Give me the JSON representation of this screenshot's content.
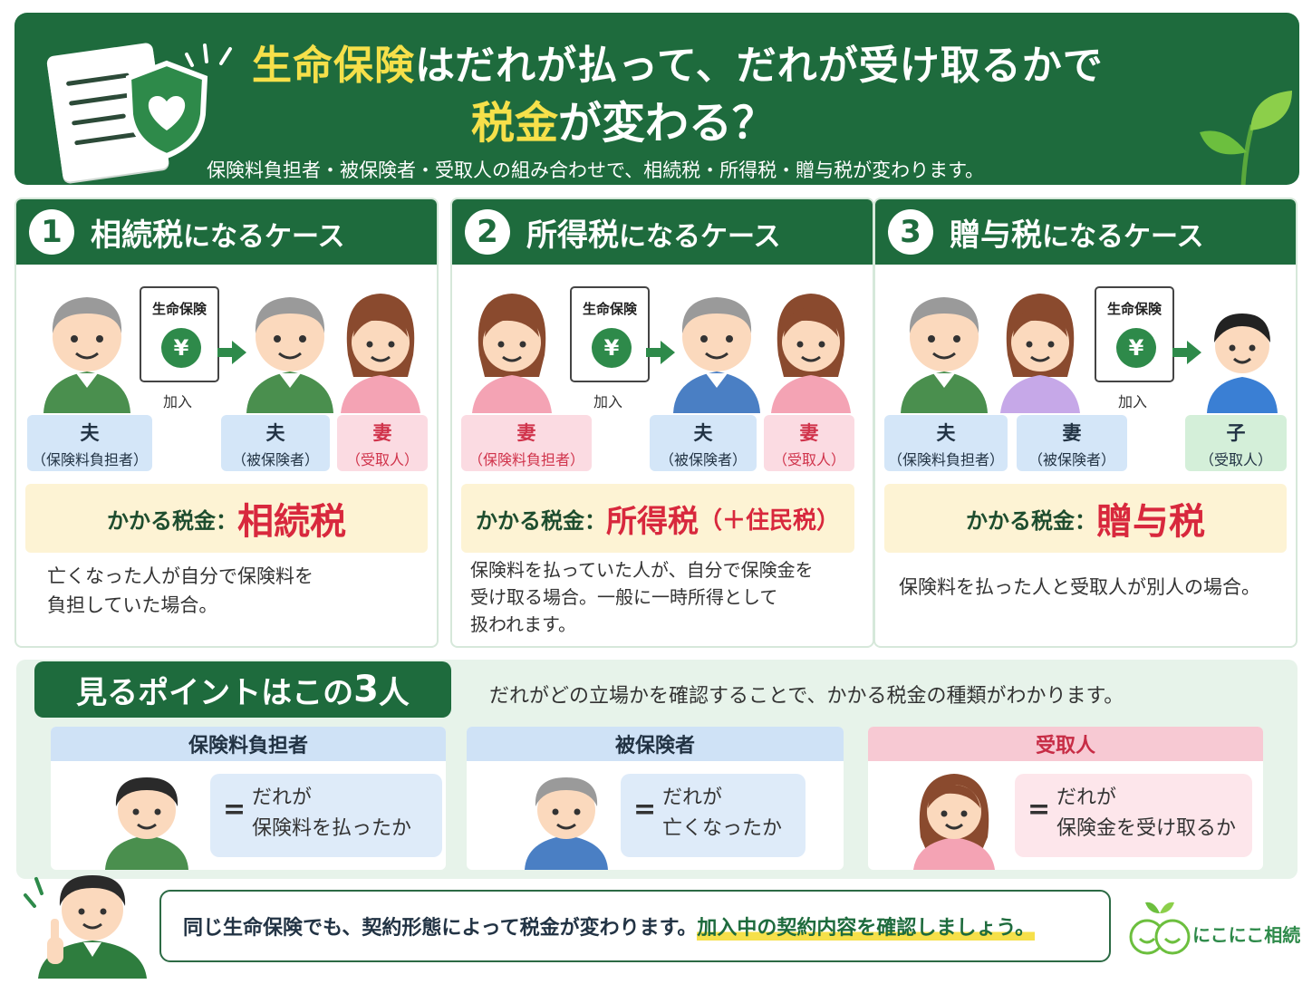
{
  "header": {
    "title_line1_highlight": "生命保険",
    "title_line1_rest": "はだれが払って、だれが受け取るかで",
    "title_line2_highlight": "税金",
    "title_line2_rest": "が変わる？",
    "subtitle": "保険料負担者・被保険者・受取人の組み合わせで、相続税・所得税・贈与税が変わります。"
  },
  "cases": [
    {
      "number": "1",
      "title_strong": "相続税",
      "title_rest": "になるケース",
      "policy_label": "生命保険",
      "policy_symbol": "¥",
      "join_label": "加入",
      "roles": [
        {
          "name": "夫",
          "role": "（保険料負担者）"
        },
        {
          "name": "夫",
          "role": "（被保険者）"
        },
        {
          "name": "妻",
          "role": "（受取人）"
        }
      ],
      "tax_label": "かかる税金：",
      "tax_value": "相続税",
      "tax_extra": "",
      "description": [
        "亡くなった人が自分で保険料を",
        "負担していた場合。"
      ]
    },
    {
      "number": "2",
      "title_strong": "所得税",
      "title_rest": "になるケース",
      "policy_label": "生命保険",
      "policy_symbol": "¥",
      "join_label": "加入",
      "roles": [
        {
          "name": "妻",
          "role": "（保険料負担者）"
        },
        {
          "name": "夫",
          "role": "（被保険者）"
        },
        {
          "name": "妻",
          "role": "（受取人）"
        }
      ],
      "tax_label": "かかる税金：",
      "tax_value": "所得税",
      "tax_extra": "（＋住民税）",
      "description": [
        "保険料を払っていた人が、自分で保険金を",
        "受け取る場合。一般に一時所得として",
        "扱われます。"
      ]
    },
    {
      "number": "3",
      "title_strong": "贈与税",
      "title_rest": "になるケース",
      "policy_label": "生命保険",
      "policy_symbol": "¥",
      "join_label": "加入",
      "roles": [
        {
          "name": "夫",
          "role": "（保険料負担者）"
        },
        {
          "name": "妻",
          "role": "（被保険者）"
        },
        {
          "name": "子",
          "role": "（受取人）"
        }
      ],
      "tax_label": "かかる税金：",
      "tax_value": "贈与税",
      "tax_extra": "",
      "description": [
        "保険料を払った人と受取人が別人の場合。"
      ]
    }
  ],
  "points": {
    "heading_pre": "見るポイントはこの",
    "heading_num": "3",
    "heading_post": "人",
    "subtitle": "だれがどの立場かを確認することで、かかる税金の種類がわかります。",
    "items": [
      {
        "title": "保険料負担者",
        "eq": "=",
        "line1": "だれが",
        "line2": "保険料を払ったか"
      },
      {
        "title": "被保険者",
        "eq": "=",
        "line1": "だれが",
        "line2": "亡くなったか"
      },
      {
        "title": "受取人",
        "eq": "=",
        "line1": "だれが",
        "line2": "保険金を受け取るか"
      }
    ]
  },
  "footer": {
    "message": "同じ生命保険でも、契約形態によって税金が変わります。",
    "highlight": "加入中の契約内容を確認しましょう。",
    "brand": "にこにこ相続"
  },
  "colors": {
    "primary_green": "#1e6b3d",
    "accent_yellow": "#f6e04a",
    "tax_red": "#d8283d",
    "role_blue": "#d4e6f8",
    "role_pink": "#fbdbe2",
    "role_green": "#d4efd9"
  }
}
